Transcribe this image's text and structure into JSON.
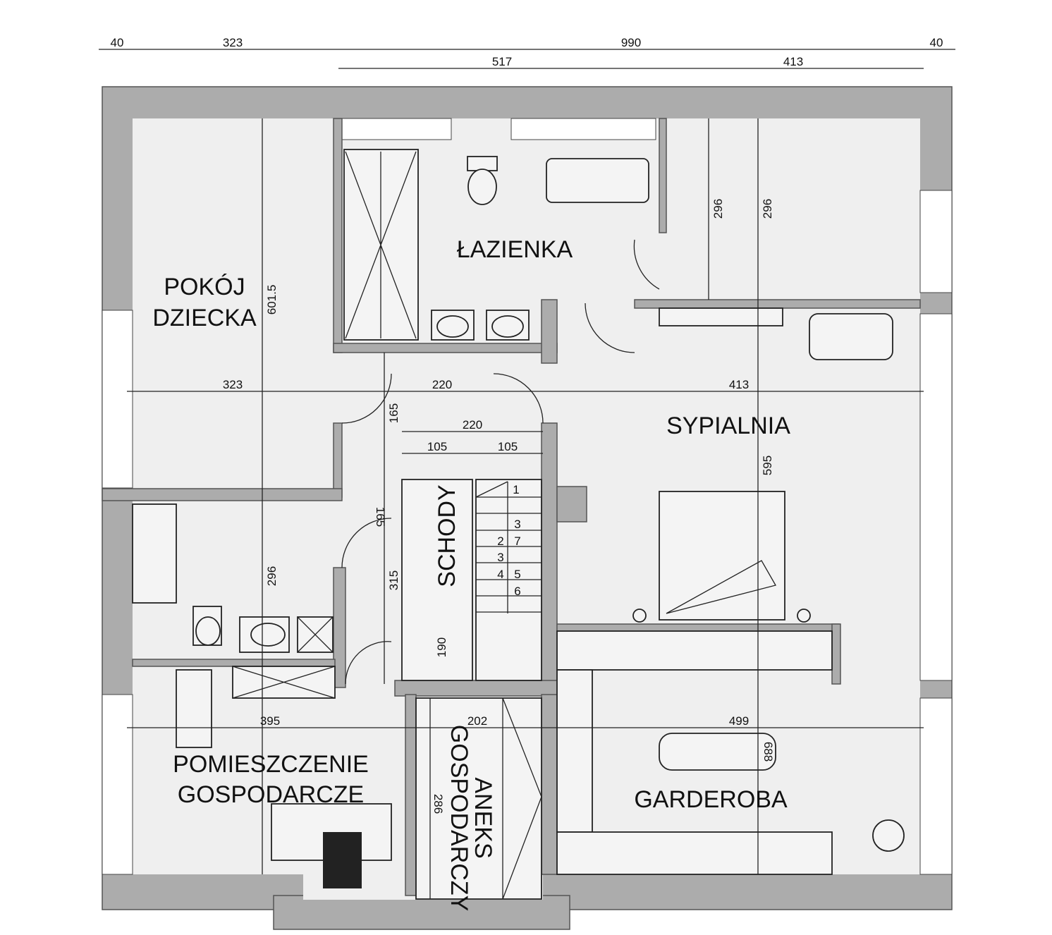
{
  "rooms": {
    "pokoj_dziecka": [
      "POKÓJ",
      "DZIECKA"
    ],
    "lazienka": "ŁAZIENKA",
    "sypialnia": "SYPIALNIA",
    "schody": "SCHODY",
    "pomieszczenie_gospodarcze": [
      "POMIESZCZENIE",
      "GOSPODARCZE"
    ],
    "aneks_gospodarczy": [
      "ANEKS",
      "GOSPODARCZY"
    ],
    "garderoba": "GARDEROBA"
  },
  "dimensions": {
    "top_row1": [
      "40",
      "323",
      "990",
      "40"
    ],
    "top_row2": [
      "517",
      "413"
    ],
    "mid_row": [
      "323",
      "220",
      "413"
    ],
    "stairs_width": "220",
    "stairs_halves": [
      "105",
      "105"
    ],
    "pokoj_height": "601.5",
    "sypialnia_top_heights": [
      "296",
      "296"
    ],
    "hall_heights": [
      "165",
      "165",
      "315",
      "190"
    ],
    "bath_height": "296",
    "sypialnia_height": "595",
    "bottom_row": [
      "395",
      "202",
      "499"
    ],
    "aneks_height": "286",
    "garderoba_inner": "688"
  },
  "stair_numbers": [
    "1",
    "3",
    "2",
    "7",
    "3",
    "4",
    "5",
    "6"
  ]
}
